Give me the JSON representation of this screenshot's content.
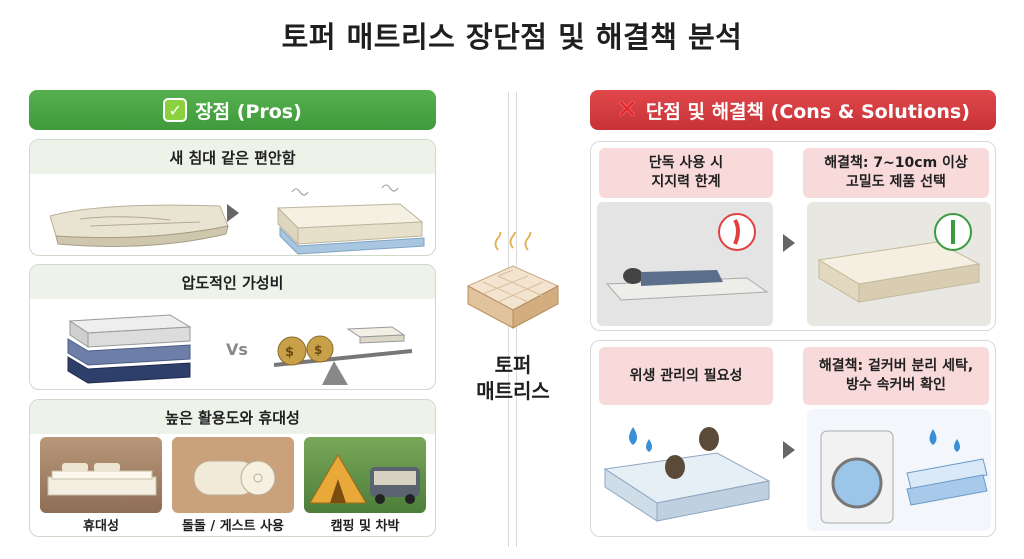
{
  "title": "토퍼 매트리스 장단점 및 해결책 분석",
  "pros": {
    "header": "장점 (Pros)",
    "items": [
      {
        "title": "새 침대 같은 편안함"
      },
      {
        "title": "압도적인 가성비",
        "vs_text": "Vs"
      },
      {
        "title": "높은 활용도와 휴대성",
        "uses": [
          "휴대성",
          "돌돌 / 게스트 사용",
          "캠핑 및 차박"
        ]
      }
    ]
  },
  "center": {
    "line1": "토퍼",
    "line2": "매트리스"
  },
  "cons": {
    "header": "단점 및 해결책 (Cons & Solutions)",
    "items": [
      {
        "problem": "단독 사용 시\n지지력 한계",
        "solution": "해결책: 7~10cm 이상\n고밀도 제품 선택"
      },
      {
        "problem": "위생 관리의 필요성",
        "solution": "해결책: 겉커버 분리 세탁,\n방수 속커버 확인"
      }
    ]
  },
  "colors": {
    "pros": "#4aa645",
    "cons": "#d33b3f",
    "pink": "#f9dada",
    "card_title_bg": "#eef3ea"
  },
  "icons": [
    "check-icon",
    "x-icon",
    "arrow-right-icon",
    "money-bag-icon",
    "tent-icon",
    "car-icon",
    "mite-icon",
    "water-drop-icon",
    "washing-machine-icon",
    "spine-icon"
  ]
}
